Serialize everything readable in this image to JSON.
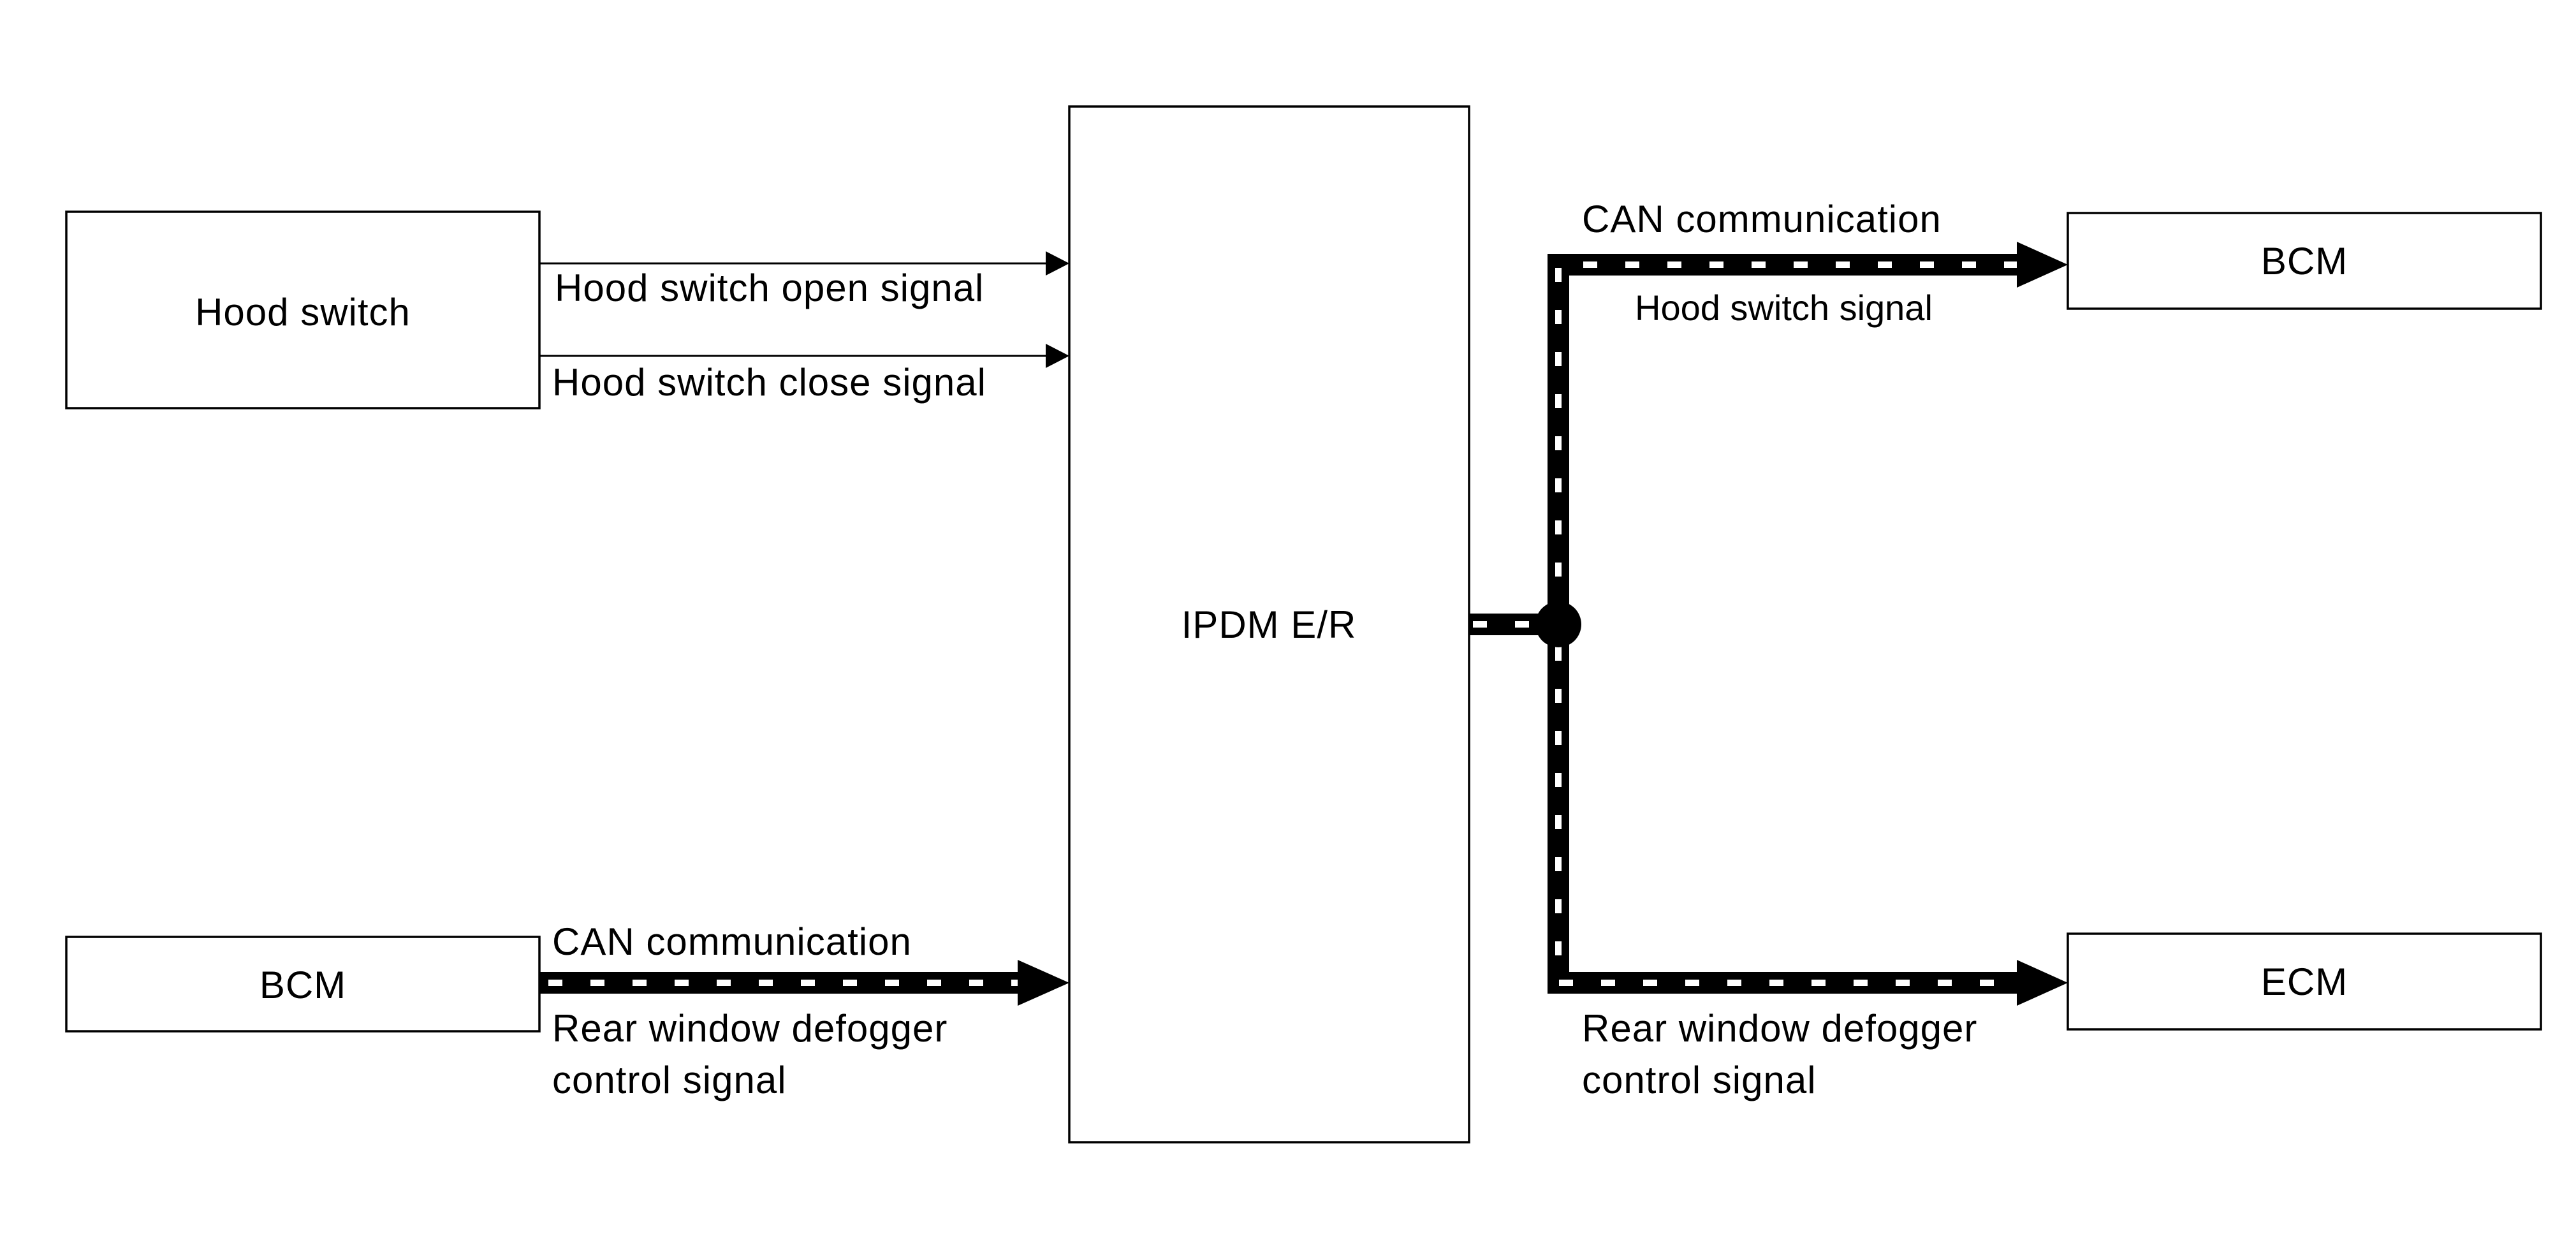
{
  "blocks": {
    "hood_switch": "Hood switch",
    "bcm_left": "BCM",
    "ipdm": "IPDM E/R",
    "bcm_right": "BCM",
    "ecm": "ECM"
  },
  "signals": {
    "hood_open": "Hood switch open signal",
    "hood_close": "Hood switch close signal",
    "left_can": "CAN communication",
    "left_defogger_line1": "Rear window defogger",
    "left_defogger_line2": "control signal",
    "right_can": "CAN communication",
    "right_hood": "Hood switch signal",
    "right_defogger_line1": "Rear window defogger",
    "right_defogger_line2": "control signal"
  }
}
